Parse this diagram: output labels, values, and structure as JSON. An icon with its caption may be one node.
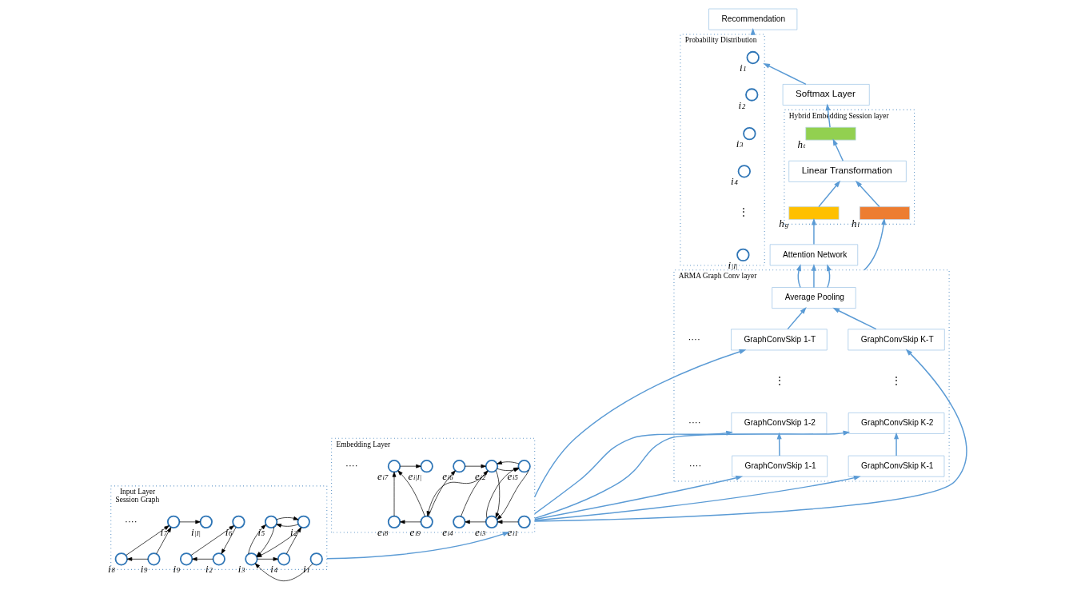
{
  "diagram": {
    "nodes": [
      {
        "text": [
          "Attention Network"
        ]
      },
      {
        "text": [
          "ARMA Graph Conv layer"
        ]
      },
      {
        "text": [
          "Average Pooling"
        ],
        "in": 1
      },
      {
        "text": [
          "GraphConvSkip 1-T"
        ],
        "in": 1
      },
      {
        "text": [
          "GraphConvSkip K-T"
        ],
        "in": 1
      },
      {
        "text": [
          "GraphConvSkip 1-2"
        ],
        "in": 1
      },
      {
        "text": [
          "GraphConvSkip K-2"
        ],
        "in": 1
      },
      {
        "text": [
          "GraphConvSkip 1-1"
        ],
        "in": 1
      },
      {
        "text": [
          "GraphConvSkip K-1"
        ],
        "in": 1
      },
      {
        "text": [
          "Hybrid Embedding Session layer"
        ]
      },
      {
        "text": [],
        "shape": "bar",
        "in": 9,
        "beside": [
          "h$_{g}$"
        ]
      },
      {
        "text": [],
        "shape": "bar",
        "in": 9,
        "beside": [
          "h$_{l}$"
        ]
      },
      {
        "text": [
          "Linear Transformation"
        ],
        "in": 9
      },
      {
        "text": [],
        "shape": "bar",
        "in": 9,
        "beside": [
          "h$_{t}$"
        ]
      },
      {
        "text": [
          "Softmax Layer"
        ]
      },
      {
        "text": [
          "Probability Distribution"
        ]
      },
      {
        "text": [],
        "shape": "circle",
        "in": 15,
        "beside": [
          "i$_{1}$"
        ]
      },
      {
        "text": [],
        "shape": "circle",
        "in": 15,
        "beside": [
          "i$_{2}$"
        ]
      },
      {
        "text": [],
        "shape": "circle",
        "in": 15,
        "beside": [
          "i$_{3}$"
        ]
      },
      {
        "text": [],
        "shape": "circle",
        "in": 15,
        "beside": [
          "i$_{4}$"
        ]
      },
      {
        "text": [],
        "shape": "circle",
        "in": 15,
        "beside": [
          "i$_{|I|}$"
        ]
      },
      {
        "text": [
          "Recommendation"
        ]
      },
      {
        "text": [
          "Embedding Layer"
        ]
      },
      {
        "text": [],
        "shape": "circle",
        "in": 22,
        "beside": [
          "e$_{i1}$"
        ]
      },
      {
        "text": [],
        "shape": "circle",
        "in": 22,
        "beside": [
          "e$_{i3}$"
        ]
      },
      {
        "text": [],
        "shape": "circle",
        "in": 22,
        "beside": [
          "e$_{i4}$"
        ]
      },
      {
        "text": [],
        "shape": "circle",
        "in": 22,
        "beside": [
          "e$_{i9}$"
        ]
      },
      {
        "text": [],
        "shape": "circle",
        "in": 22,
        "beside": [
          "e$_{i8}$"
        ]
      },
      {
        "text": [],
        "shape": "circle",
        "in": 22,
        "beside": [
          "e$_{i5}$"
        ]
      },
      {
        "text": [],
        "shape": "circle",
        "in": 22,
        "beside": [
          "e$_{i2}$"
        ]
      },
      {
        "text": [],
        "shape": "circle",
        "in": 22,
        "beside": [
          "e$_{i6}$"
        ]
      },
      {
        "text": [],
        "shape": "circle",
        "in": 22,
        "beside": [
          "e$_{i7}$"
        ]
      },
      {
        "text": [],
        "shape": "circle",
        "in": 22,
        "beside": [
          "e$_{i|I|}$"
        ]
      },
      {
        "text": [
          "Input Layer",
          "Session Graph"
        ]
      },
      {
        "text": [],
        "shape": "circle",
        "in": 33,
        "beside": [
          "i$_{1}$"
        ]
      },
      {
        "text": [],
        "shape": "circle",
        "in": 33,
        "beside": [
          "i$_{3}$"
        ]
      },
      {
        "text": [],
        "shape": "circle",
        "in": 33,
        "beside": [
          "i$_{4}$"
        ]
      },
      {
        "text": [],
        "shape": "circle",
        "in": 33,
        "beside": [
          "i$_{5}$"
        ]
      },
      {
        "text": [],
        "shape": "circle",
        "in": 33,
        "beside": [
          "i$_{2}$"
        ]
      },
      {
        "text": [],
        "shape": "circle",
        "in": 33,
        "beside": [
          "i$_{2}$"
        ]
      },
      {
        "text": [],
        "shape": "circle",
        "in": 33,
        "beside": [
          "i$_{9}$"
        ]
      },
      {
        "text": [],
        "shape": "circle",
        "in": 33,
        "beside": [
          "i$_{6}$"
        ]
      },
      {
        "text": [],
        "shape": "circle",
        "in": 33,
        "beside": [
          "i$_{9}$"
        ]
      },
      {
        "text": [],
        "shape": "circle",
        "in": 33,
        "beside": [
          "i$_{8}$"
        ]
      },
      {
        "text": [],
        "shape": "circle",
        "in": 33,
        "beside": [
          "i$_{7}$"
        ]
      },
      {
        "text": [],
        "shape": "circle",
        "in": 33,
        "beside": [
          "i$_{|I|}$"
        ]
      }
    ],
    "edges": [
      {
        "from": 0,
        "to": 10,
        "arrow": "to",
        "color": "#5b9bd5"
      },
      {
        "from": 2,
        "to": 0,
        "arrow": "to",
        "color": "#5b9bd5"
      },
      {
        "from": 2,
        "to": 0,
        "arrow": "to",
        "color": "#5b9bd5"
      },
      {
        "from": 2,
        "to": 0,
        "arrow": "to",
        "color": "#5b9bd5"
      },
      {
        "from": 3,
        "to": 2,
        "arrow": "to",
        "color": "#5b9bd5"
      },
      {
        "from": 4,
        "to": 2,
        "arrow": "to",
        "color": "#5b9bd5"
      },
      {
        "from": 7,
        "to": 5,
        "arrow": "to",
        "color": "#5b9bd5"
      },
      {
        "from": 8,
        "to": 6,
        "arrow": "to",
        "color": "#5b9bd5"
      },
      {
        "from": 22,
        "to": 7,
        "arrow": "to",
        "color": "#5b9bd5"
      },
      {
        "from": 22,
        "to": 5,
        "arrow": "to",
        "color": "#5b9bd5"
      },
      {
        "from": 22,
        "to": 3,
        "arrow": "to",
        "color": "#5b9bd5"
      },
      {
        "from": 22,
        "to": 4,
        "arrow": "to",
        "color": "#5b9bd5"
      },
      {
        "from": 22,
        "to": 6,
        "arrow": "to",
        "color": "#5b9bd5"
      },
      {
        "from": 22,
        "to": 8,
        "arrow": "to",
        "color": "#5b9bd5"
      },
      {
        "from": 1,
        "to": 11,
        "arrow": "to",
        "color": "#5b9bd5"
      },
      {
        "from": 10,
        "to": 12,
        "arrow": "to",
        "color": "#5b9bd5"
      },
      {
        "from": 11,
        "to": 12,
        "arrow": "to",
        "color": "#5b9bd5"
      },
      {
        "from": 12,
        "to": 13,
        "arrow": "to",
        "color": "#5b9bd5"
      },
      {
        "from": 13,
        "to": 14,
        "arrow": "to",
        "color": "#5b9bd5"
      },
      {
        "from": 14,
        "to": 15,
        "arrow": "to",
        "color": "#5b9bd5"
      },
      {
        "from": 15,
        "to": 21,
        "arrow": "to",
        "color": "#5b9bd5"
      },
      {
        "from": 33,
        "to": 22,
        "arrow": "to",
        "color": "#5b9bd5"
      },
      {
        "from": 23,
        "to": 24,
        "arrow": "to"
      },
      {
        "from": 24,
        "to": 25,
        "arrow": "to"
      },
      {
        "from": 24,
        "to": 28,
        "arrow": "to"
      },
      {
        "from": 28,
        "to": 24,
        "arrow": "to"
      },
      {
        "from": 28,
        "to": 29,
        "arrow": "to"
      },
      {
        "from": 29,
        "to": 28,
        "arrow": "to"
      },
      {
        "from": 29,
        "to": 24,
        "arrow": "to"
      },
      {
        "from": 25,
        "to": 29,
        "arrow": "to"
      },
      {
        "from": 29,
        "to": 26,
        "arrow": "to"
      },
      {
        "from": 26,
        "to": 30,
        "arrow": "to"
      },
      {
        "from": 30,
        "to": 29,
        "arrow": "to"
      },
      {
        "from": 26,
        "to": 27,
        "arrow": "to"
      },
      {
        "from": 26,
        "to": 31,
        "arrow": "to"
      },
      {
        "from": 27,
        "to": 31,
        "arrow": "to"
      },
      {
        "from": 31,
        "to": 32,
        "arrow": "to"
      },
      {
        "from": 34,
        "to": 35,
        "arrow": "to"
      },
      {
        "from": 35,
        "to": 36,
        "arrow": "to"
      },
      {
        "from": 35,
        "to": 37,
        "arrow": "to"
      },
      {
        "from": 37,
        "to": 35,
        "arrow": "to"
      },
      {
        "from": 37,
        "to": 38,
        "arrow": "to"
      },
      {
        "from": 38,
        "to": 37,
        "arrow": "to"
      },
      {
        "from": 38,
        "to": 35,
        "arrow": "to"
      },
      {
        "from": 36,
        "to": 38,
        "arrow": "to"
      },
      {
        "from": 39,
        "to": 40,
        "arrow": "to"
      },
      {
        "from": 40,
        "to": 41,
        "arrow": "to"
      },
      {
        "from": 41,
        "to": 39,
        "arrow": "to"
      },
      {
        "from": 42,
        "to": 43,
        "arrow": "to"
      },
      {
        "from": 42,
        "to": 44,
        "arrow": "to"
      },
      {
        "from": 43,
        "to": 44,
        "arrow": "to"
      },
      {
        "from": 44,
        "to": 45,
        "arrow": "to"
      }
    ],
    "labels": [
      "····",
      "⋮",
      "⋮",
      "····",
      "····",
      "⋮",
      "····",
      "····"
    ]
  }
}
